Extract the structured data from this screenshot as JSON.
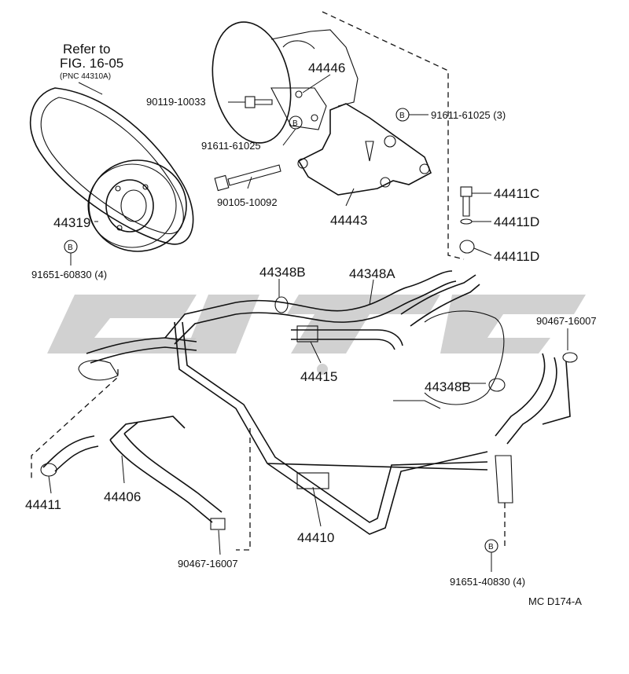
{
  "labels": {
    "refer_line1": "Refer to",
    "refer_line2": "FIG. 16-05",
    "refer_line3": "(PNC 44310A)",
    "p44446": "44446",
    "p90119": "90119-10033",
    "p91611a": "91611-61025",
    "p91611b": "91611-61025 (3)",
    "p90105": "90105-10092",
    "p44443": "44443",
    "p44319": "44319",
    "p91651a": "91651-60830 (4)",
    "p44411c": "44411C",
    "p44411d1": "44411D",
    "p44411d2": "44411D",
    "p44348b1": "44348B",
    "p44348a": "44348A",
    "p90467a": "90467-16007",
    "p44415": "44415",
    "p44348b2": "44348B",
    "p44411": "44411",
    "p44406": "44406",
    "p44410": "44410",
    "p90467b": "90467-16007",
    "p91651b": "91651-40830 (4)",
    "figure_code": "MC  D174-A",
    "bolt_mark": "B"
  },
  "colors": {
    "line": "#111111",
    "watermark": "#c9c9c9",
    "background": "#ffffff"
  }
}
